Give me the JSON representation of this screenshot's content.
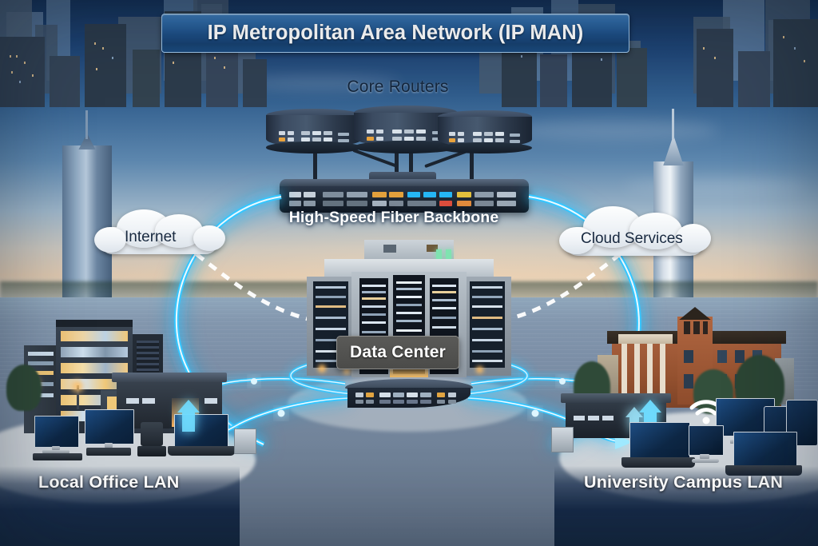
{
  "title": {
    "text": "IP Metropolitan Area Network (IP MAN)",
    "bar_color": "#1e4f86",
    "text_color": "#ffffff"
  },
  "labels": {
    "core_routers": "Core Routers",
    "backbone": "High-Speed Fiber Backbone",
    "data_center": "Data Center",
    "internet_cloud": "Internet",
    "cloud_services": "Cloud Services",
    "local_office_lan": "Local Office LAN",
    "university_campus_lan": "University Campus LAN"
  },
  "colors": {
    "accent_fiber": "#35c6ff",
    "fiber_core": "#ffffff",
    "title_bar": "#1e4f86",
    "label_band": "#14273f",
    "data_center_chip": "#4f4f4d",
    "sky_top": "#132e52",
    "sky_horizon": "#dcc6ae",
    "water": "#76889f"
  },
  "nodes": [
    {
      "id": "core-router-1",
      "label": "Core Router",
      "type": "router"
    },
    {
      "id": "core-router-2",
      "label": "Core Router",
      "type": "router"
    },
    {
      "id": "core-router-3",
      "label": "Core Router",
      "type": "router"
    },
    {
      "id": "core-rack",
      "label": "Core Rack Chassis",
      "type": "chassis"
    },
    {
      "id": "internet",
      "label": "Internet",
      "type": "cloud"
    },
    {
      "id": "cloud-services",
      "label": "Cloud Services",
      "type": "cloud"
    },
    {
      "id": "data-center",
      "label": "Data Center",
      "type": "facility"
    },
    {
      "id": "distribution-switch",
      "label": "Distribution Switch",
      "type": "switch"
    },
    {
      "id": "local-office-lan",
      "label": "Local Office LAN",
      "type": "site"
    },
    {
      "id": "university-campus-lan",
      "label": "University Campus LAN",
      "type": "site"
    }
  ],
  "links": [
    {
      "from": "core-rack",
      "to": "local-office-lan",
      "style": "fiber-glow",
      "label": "High-Speed Fiber Backbone"
    },
    {
      "from": "core-rack",
      "to": "university-campus-lan",
      "style": "fiber-glow",
      "label": "High-Speed Fiber Backbone"
    },
    {
      "from": "internet",
      "to": "data-center",
      "style": "dashed"
    },
    {
      "from": "cloud-services",
      "to": "data-center",
      "style": "dashed"
    },
    {
      "from": "distribution-switch",
      "to": "local-office-lan",
      "style": "fiber-arrow"
    },
    {
      "from": "distribution-switch",
      "to": "university-campus-lan",
      "style": "fiber-arrow"
    }
  ],
  "site_devices": {
    "local_office": [
      "desktop-monitor",
      "desktop-monitor",
      "desk-phone",
      "laptop"
    ],
    "university_campus": [
      "laptop",
      "tablet-stand",
      "laptop",
      "desktop-monitor",
      "tablet",
      "tablet",
      "wifi-access-point"
    ]
  },
  "scene": {
    "backdrop": "city-skyline-at-dusk",
    "foreground": "river"
  }
}
